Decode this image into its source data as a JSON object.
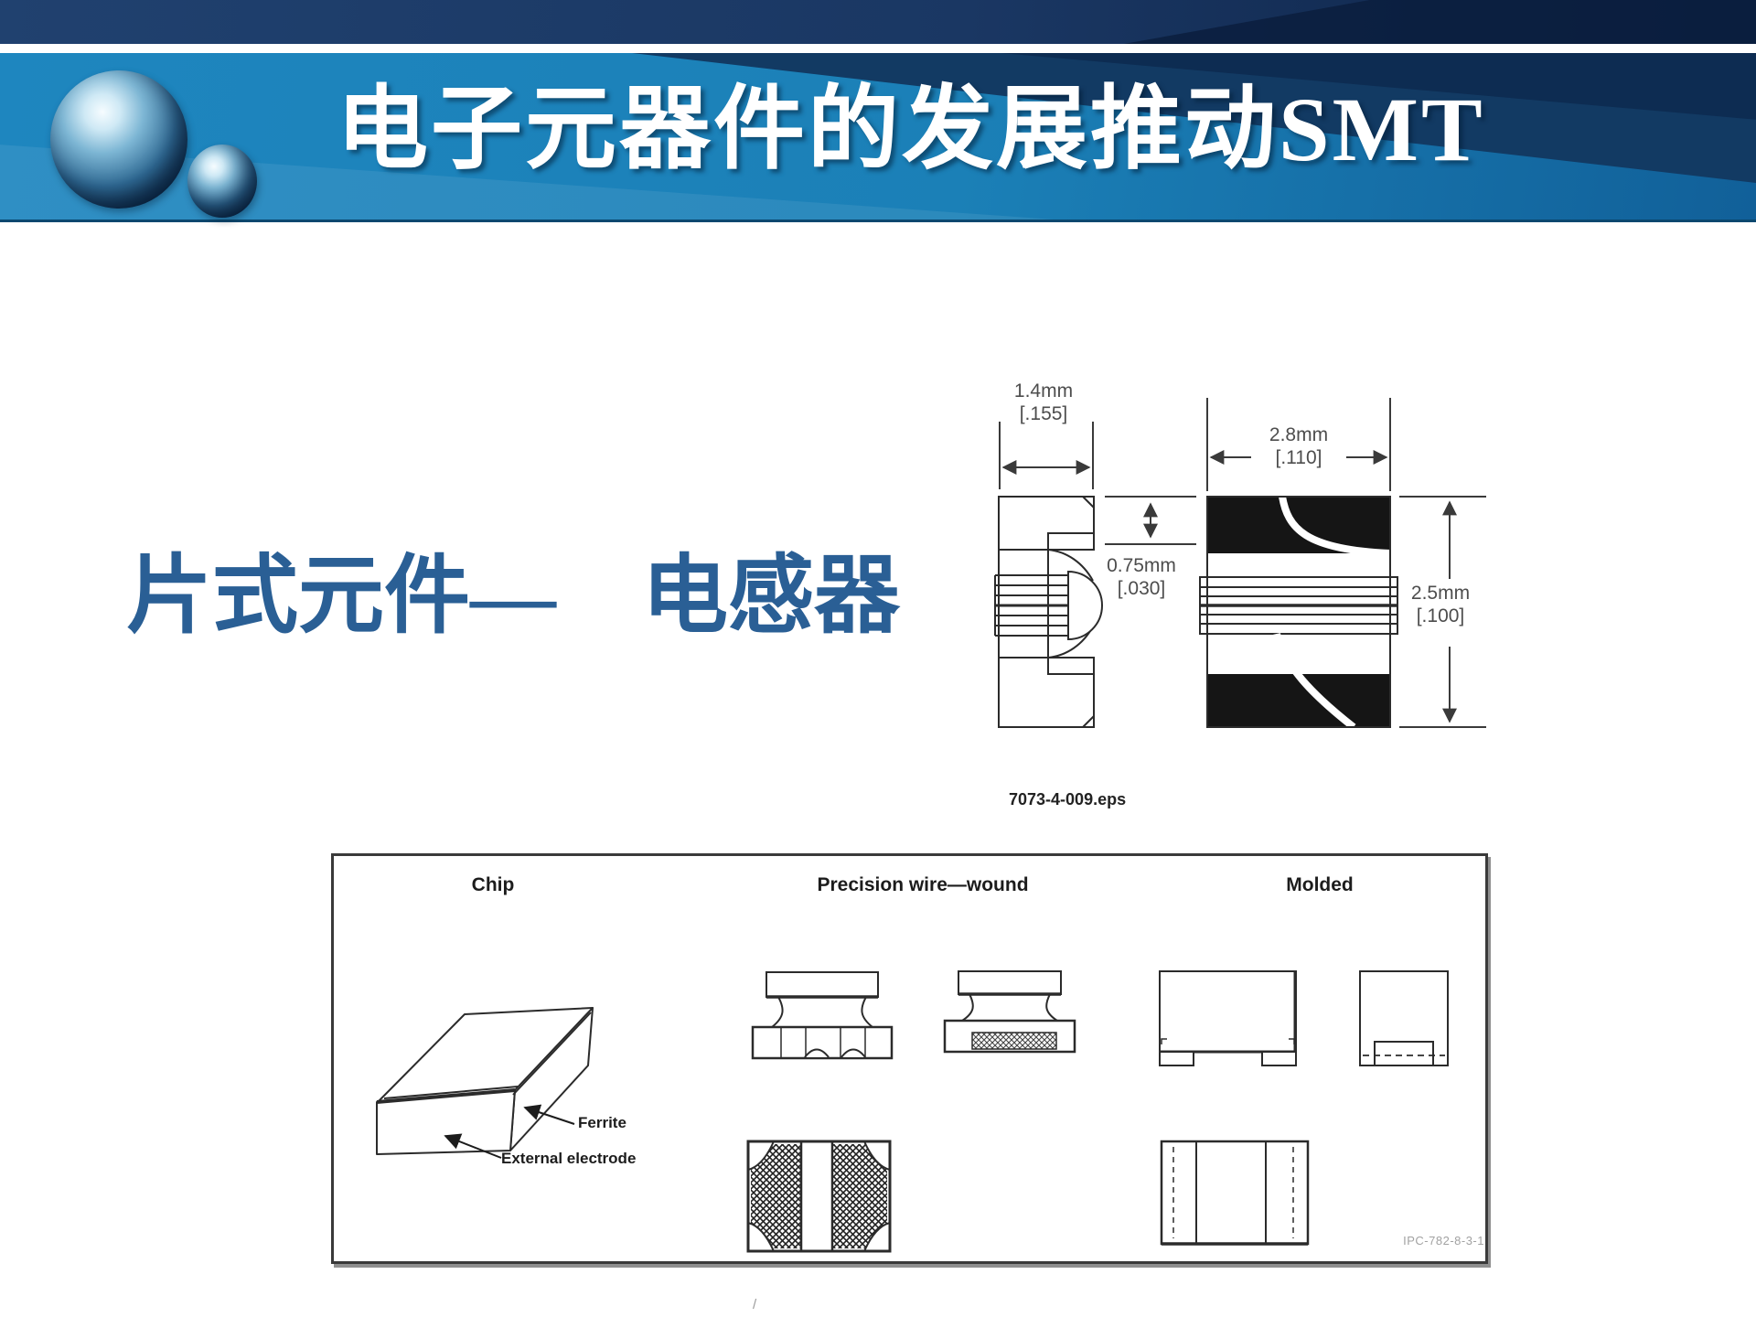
{
  "slide": {
    "title": "电子元器件的发展推动SMT",
    "heading": "片式元件—　电感器",
    "footer_mark": "/"
  },
  "dimension_figure": {
    "caption": "7073-4-009.eps",
    "side_width_mm": "1.4mm",
    "side_width_in": "[.155]",
    "gap_mm": "0.75mm",
    "gap_in": "[.030]",
    "front_width_mm": "2.8mm",
    "front_width_in": "[.110]",
    "height_mm": "2.5mm",
    "height_in": "[.100]"
  },
  "types_figure": {
    "col_chip": "Chip",
    "col_wirewound": "Precision wire—wound",
    "col_molded": "Molded",
    "label_ferrite": "Ferrite",
    "label_electrode": "External electrode",
    "ref": "IPC-782-8-3-1"
  },
  "colors": {
    "band_blue": "#1b80b7",
    "navy": "#16355f",
    "heading_blue": "#2a5f95",
    "line_dark": "#3a3a3a"
  }
}
